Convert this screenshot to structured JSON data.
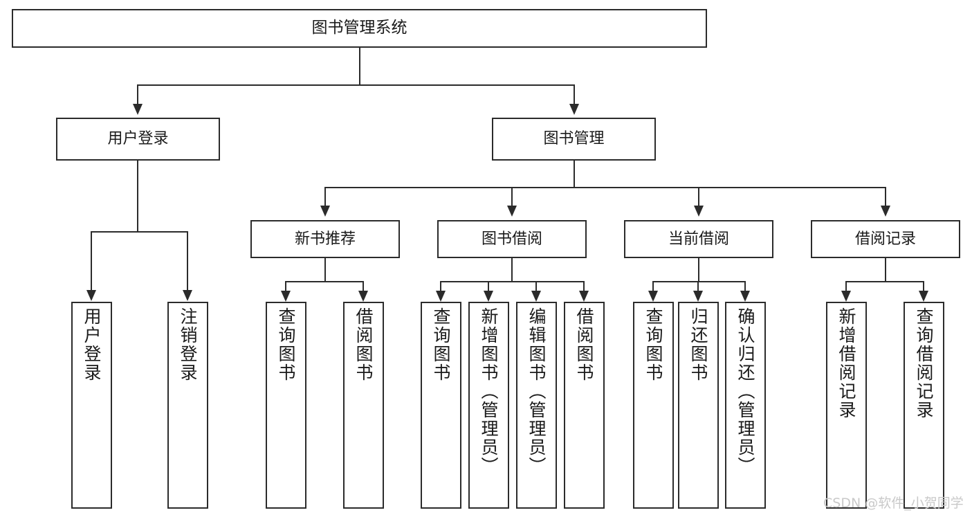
{
  "diagram": {
    "type": "tree-hierarchy",
    "title": "图书管理系统",
    "root": {
      "label": "图书管理系统"
    },
    "level2": [
      {
        "label": "用户登录"
      },
      {
        "label": "图书管理"
      }
    ],
    "level3": [
      {
        "label": "新书推荐"
      },
      {
        "label": "图书借阅"
      },
      {
        "label": "当前借阅"
      },
      {
        "label": "借阅记录"
      }
    ],
    "leaves": {
      "user_login": [
        {
          "label": "用户登录"
        },
        {
          "label": "注销登录"
        }
      ],
      "new_book_recommend": [
        {
          "label": "查询图书"
        },
        {
          "label": "借阅图书"
        }
      ],
      "book_borrow": [
        {
          "label": "查询图书"
        },
        {
          "label": "新增图书（管理员）"
        },
        {
          "label": "编辑图书（管理员）"
        },
        {
          "label": "借阅图书"
        }
      ],
      "current_borrow": [
        {
          "label": "查询图书"
        },
        {
          "label": "归还图书"
        },
        {
          "label": "确认归还（管理员）"
        }
      ],
      "borrow_record": [
        {
          "label": "新增借阅记录"
        },
        {
          "label": "查询借阅记录"
        }
      ]
    }
  },
  "watermark": {
    "text": "CSDN @软件_小贺同学"
  },
  "colors": {
    "stroke": "#2b2b2b",
    "background": "#ffffff",
    "text": "#1a1a1a",
    "watermark": "#c9c9c9"
  }
}
